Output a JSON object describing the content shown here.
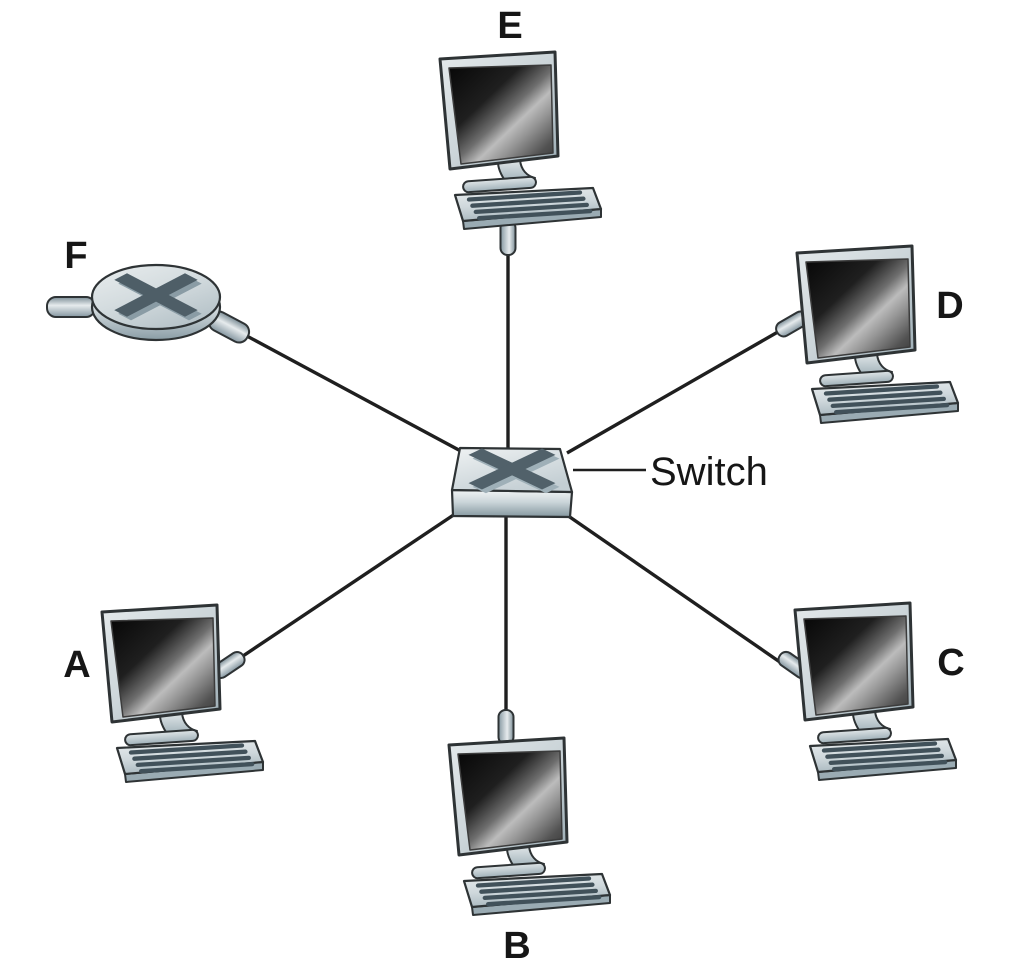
{
  "switch": {
    "id": "switch",
    "label": "Switch",
    "type": "switch",
    "icon": "switch-icon"
  },
  "nodes": [
    {
      "id": "A",
      "label": "A",
      "type": "computer",
      "icon": "computer-icon",
      "connected_to": "switch"
    },
    {
      "id": "B",
      "label": "B",
      "type": "computer",
      "icon": "computer-icon",
      "connected_to": "switch"
    },
    {
      "id": "C",
      "label": "C",
      "type": "computer",
      "icon": "computer-icon",
      "connected_to": "switch"
    },
    {
      "id": "D",
      "label": "D",
      "type": "computer",
      "icon": "computer-icon",
      "connected_to": "switch"
    },
    {
      "id": "E",
      "label": "E",
      "type": "computer",
      "icon": "computer-icon",
      "connected_to": "switch"
    },
    {
      "id": "F",
      "label": "F",
      "type": "router",
      "icon": "router-icon",
      "connected_to": "switch"
    }
  ],
  "edges": [
    {
      "from": "A",
      "to": "switch"
    },
    {
      "from": "B",
      "to": "switch"
    },
    {
      "from": "C",
      "to": "switch"
    },
    {
      "from": "D",
      "to": "switch"
    },
    {
      "from": "E",
      "to": "switch"
    },
    {
      "from": "F",
      "to": "switch"
    }
  ],
  "colors": {
    "background": "#ffffff",
    "link": "#1f1f1f",
    "label_text": "#161616",
    "device_light": "#d2dadd",
    "device_dark": "#51616a",
    "screen_dark": "#0a0a0a",
    "screen_highlight": "#bcbcbc"
  }
}
